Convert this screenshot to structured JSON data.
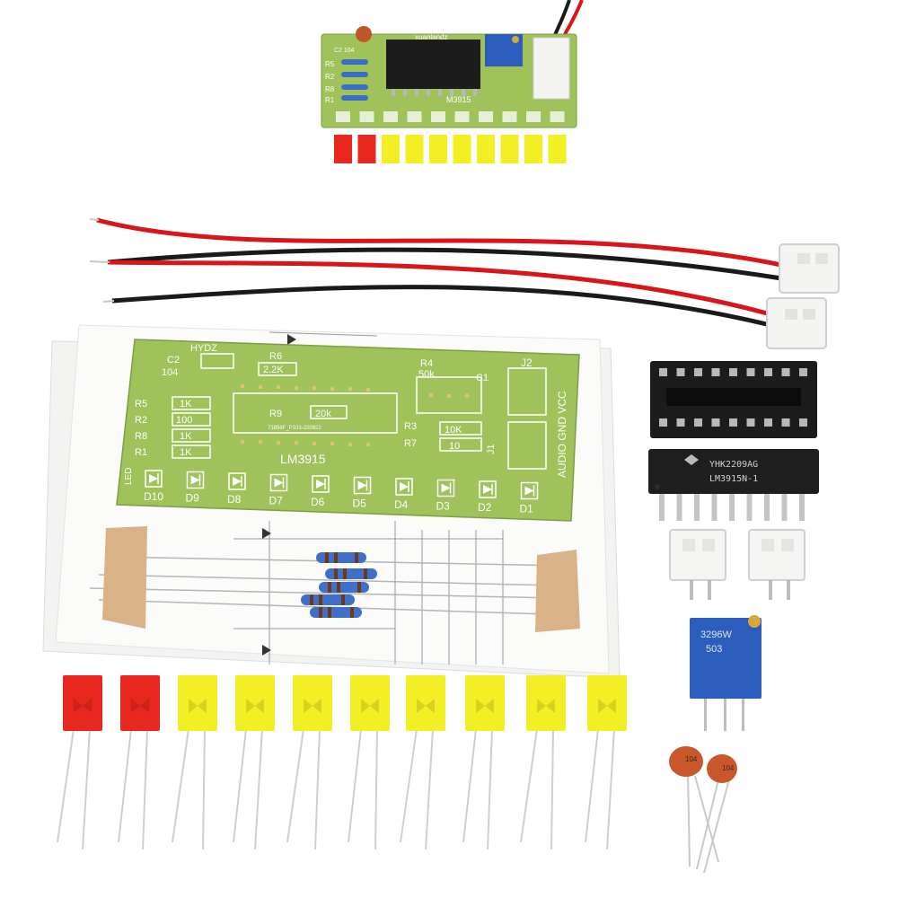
{
  "assembled_board": {
    "chip_label": "M3915",
    "brand_text": "xuanlandz",
    "cap_label": "C2 104",
    "resistor_labels": [
      "R5",
      "R2",
      "R8",
      "R1"
    ]
  },
  "pcb": {
    "top_labels": [
      "HYDZ",
      "R6",
      "R4",
      "C1",
      "J2"
    ],
    "c2_label": "C2",
    "c2_value": "104",
    "r6_value": "2.2K",
    "r4_value": "50k",
    "r9_label": "R9",
    "r9_value": "20k",
    "date_code": "71856F_P103-220922",
    "r3_label": "R3",
    "r3_value": "10K",
    "r7_label": "R7",
    "r7_value": "10",
    "j1_label": "J1",
    "connector_text": "AUDIO GND VCC",
    "chip_name": "LM3915",
    "resistors": [
      {
        "label": "R5",
        "value": "1K"
      },
      {
        "label": "R2",
        "value": "100"
      },
      {
        "label": "R8",
        "value": "1K"
      },
      {
        "label": "R1",
        "value": "1K"
      }
    ],
    "led_row_label": "LED",
    "led_labels": [
      "D10",
      "D9",
      "D8",
      "D7",
      "D6",
      "D5",
      "D4",
      "D3",
      "D2",
      "D1"
    ]
  },
  "ic": {
    "line1": "YHK2209AG",
    "line2": "LM3915N-1"
  },
  "trimmer": {
    "line1": "3296W",
    "line2": "503"
  },
  "capacitors": [
    {
      "label": "104"
    },
    {
      "label": "104"
    }
  ],
  "colors": {
    "pcb_green": "#9fc25a",
    "wire_red": "#d8151b",
    "wire_black": "#1a1a1a",
    "led_red": "#e8271f",
    "led_yellow": "#f3ef25",
    "trimmer_blue": "#2c5dbd",
    "cap_orange": "#c8572c"
  }
}
